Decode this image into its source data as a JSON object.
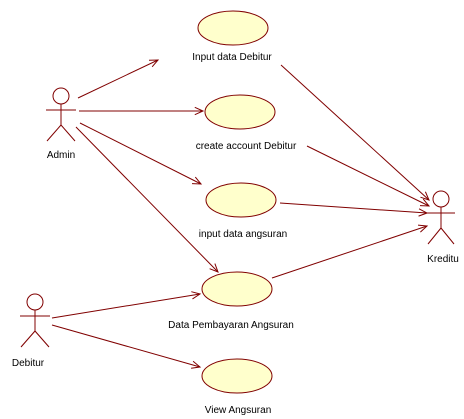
{
  "diagram": {
    "actors": [
      {
        "id": "admin",
        "label": "Admin"
      },
      {
        "id": "debitur",
        "label": "Debitur"
      },
      {
        "id": "kreditur",
        "label": "Kreditu"
      }
    ],
    "use_cases": [
      {
        "id": "uc1",
        "label": "Input data Debitur"
      },
      {
        "id": "uc2",
        "label": "create account Debitur"
      },
      {
        "id": "uc3",
        "label": "input data angsuran"
      },
      {
        "id": "uc4",
        "label": "Data Pembayaran Angsuran"
      },
      {
        "id": "uc5",
        "label": "View Angsuran"
      }
    ],
    "associations": [
      {
        "from": "admin",
        "to": "uc1",
        "navigable_end": "uc1"
      },
      {
        "from": "admin",
        "to": "uc2",
        "navigable_end": "uc2"
      },
      {
        "from": "admin",
        "to": "uc3",
        "navigable_end": "uc3"
      },
      {
        "from": "admin",
        "to": "uc4",
        "navigable_end": "uc4"
      },
      {
        "from": "debitur",
        "to": "uc4",
        "navigable_end": "uc4"
      },
      {
        "from": "debitur",
        "to": "uc5",
        "navigable_end": "uc5"
      },
      {
        "from": "uc1",
        "to": "kreditur",
        "navigable_end": "kreditur"
      },
      {
        "from": "uc2",
        "to": "kreditur",
        "navigable_end": "kreditur"
      },
      {
        "from": "uc3",
        "to": "kreditur",
        "navigable_end": "kreditur"
      },
      {
        "from": "uc4",
        "to": "kreditur",
        "navigable_end": "kreditur"
      }
    ]
  }
}
